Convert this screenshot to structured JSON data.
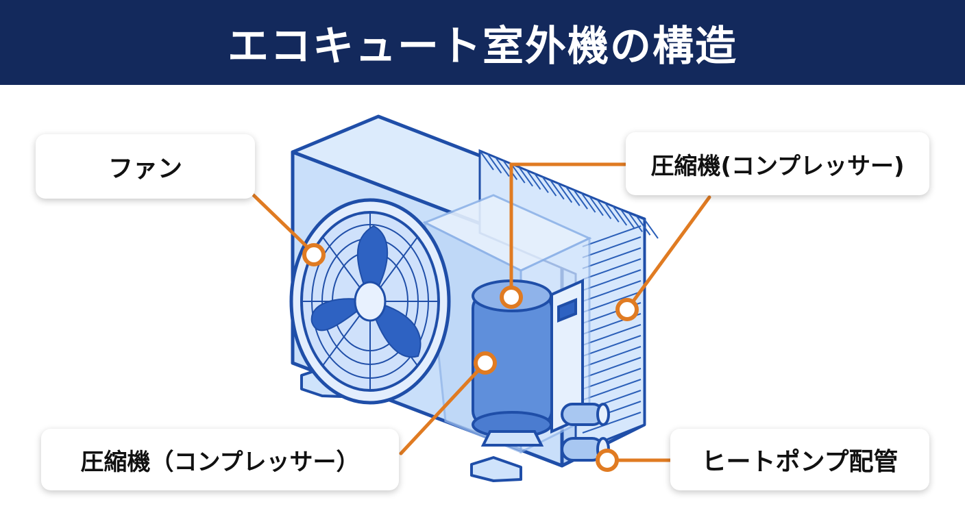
{
  "title": "エコキュート室外機の構造",
  "labels": {
    "fan": "ファン",
    "compressor_top": "圧縮機(コンプレッサー)",
    "compressor_bottom": "圧縮機（コンプレッサー）",
    "heat_pump_piping": "ヒートポンプ配管"
  },
  "colors": {
    "header_bg": "#13295c",
    "leader_line": "#e07b22",
    "outline": "#1f4ea8",
    "unit_fill": "#cfe3fb"
  }
}
